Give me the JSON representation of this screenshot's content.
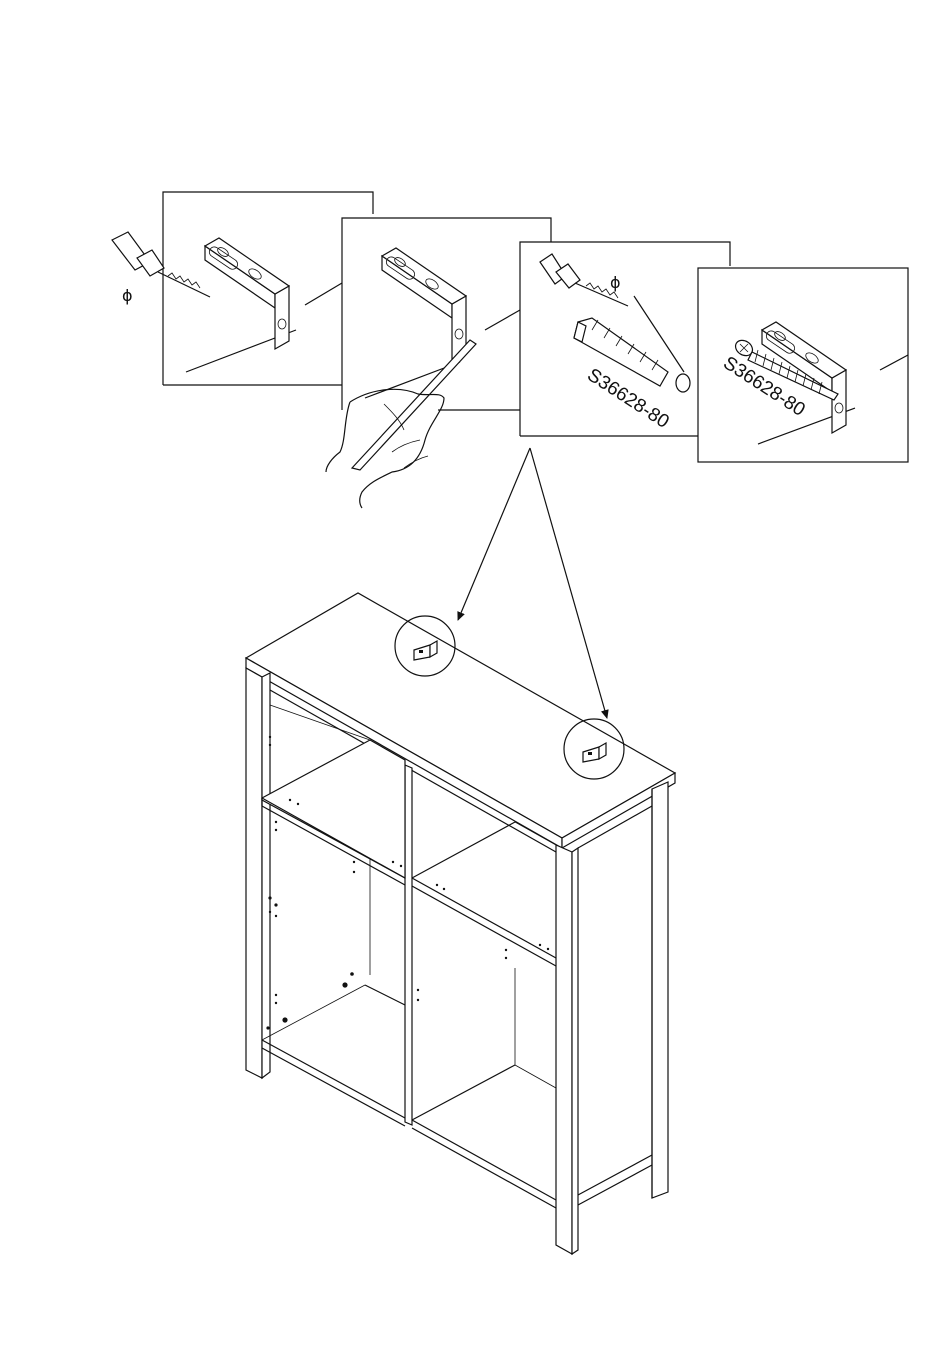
{
  "steps": [
    {
      "id": "drill",
      "icon": "drill-icon",
      "diameter_symbol": "ϕ"
    },
    {
      "id": "mark",
      "icon": "pencil-icon"
    },
    {
      "id": "plug",
      "icon": "wall-plug-icon",
      "diameter_symbol": "ϕ",
      "part_label": "S36628-80"
    },
    {
      "id": "screw",
      "icon": "screw-icon",
      "part_label": "S36628-80"
    }
  ],
  "colors": {
    "line": "#111111",
    "background": "#ffffff"
  }
}
